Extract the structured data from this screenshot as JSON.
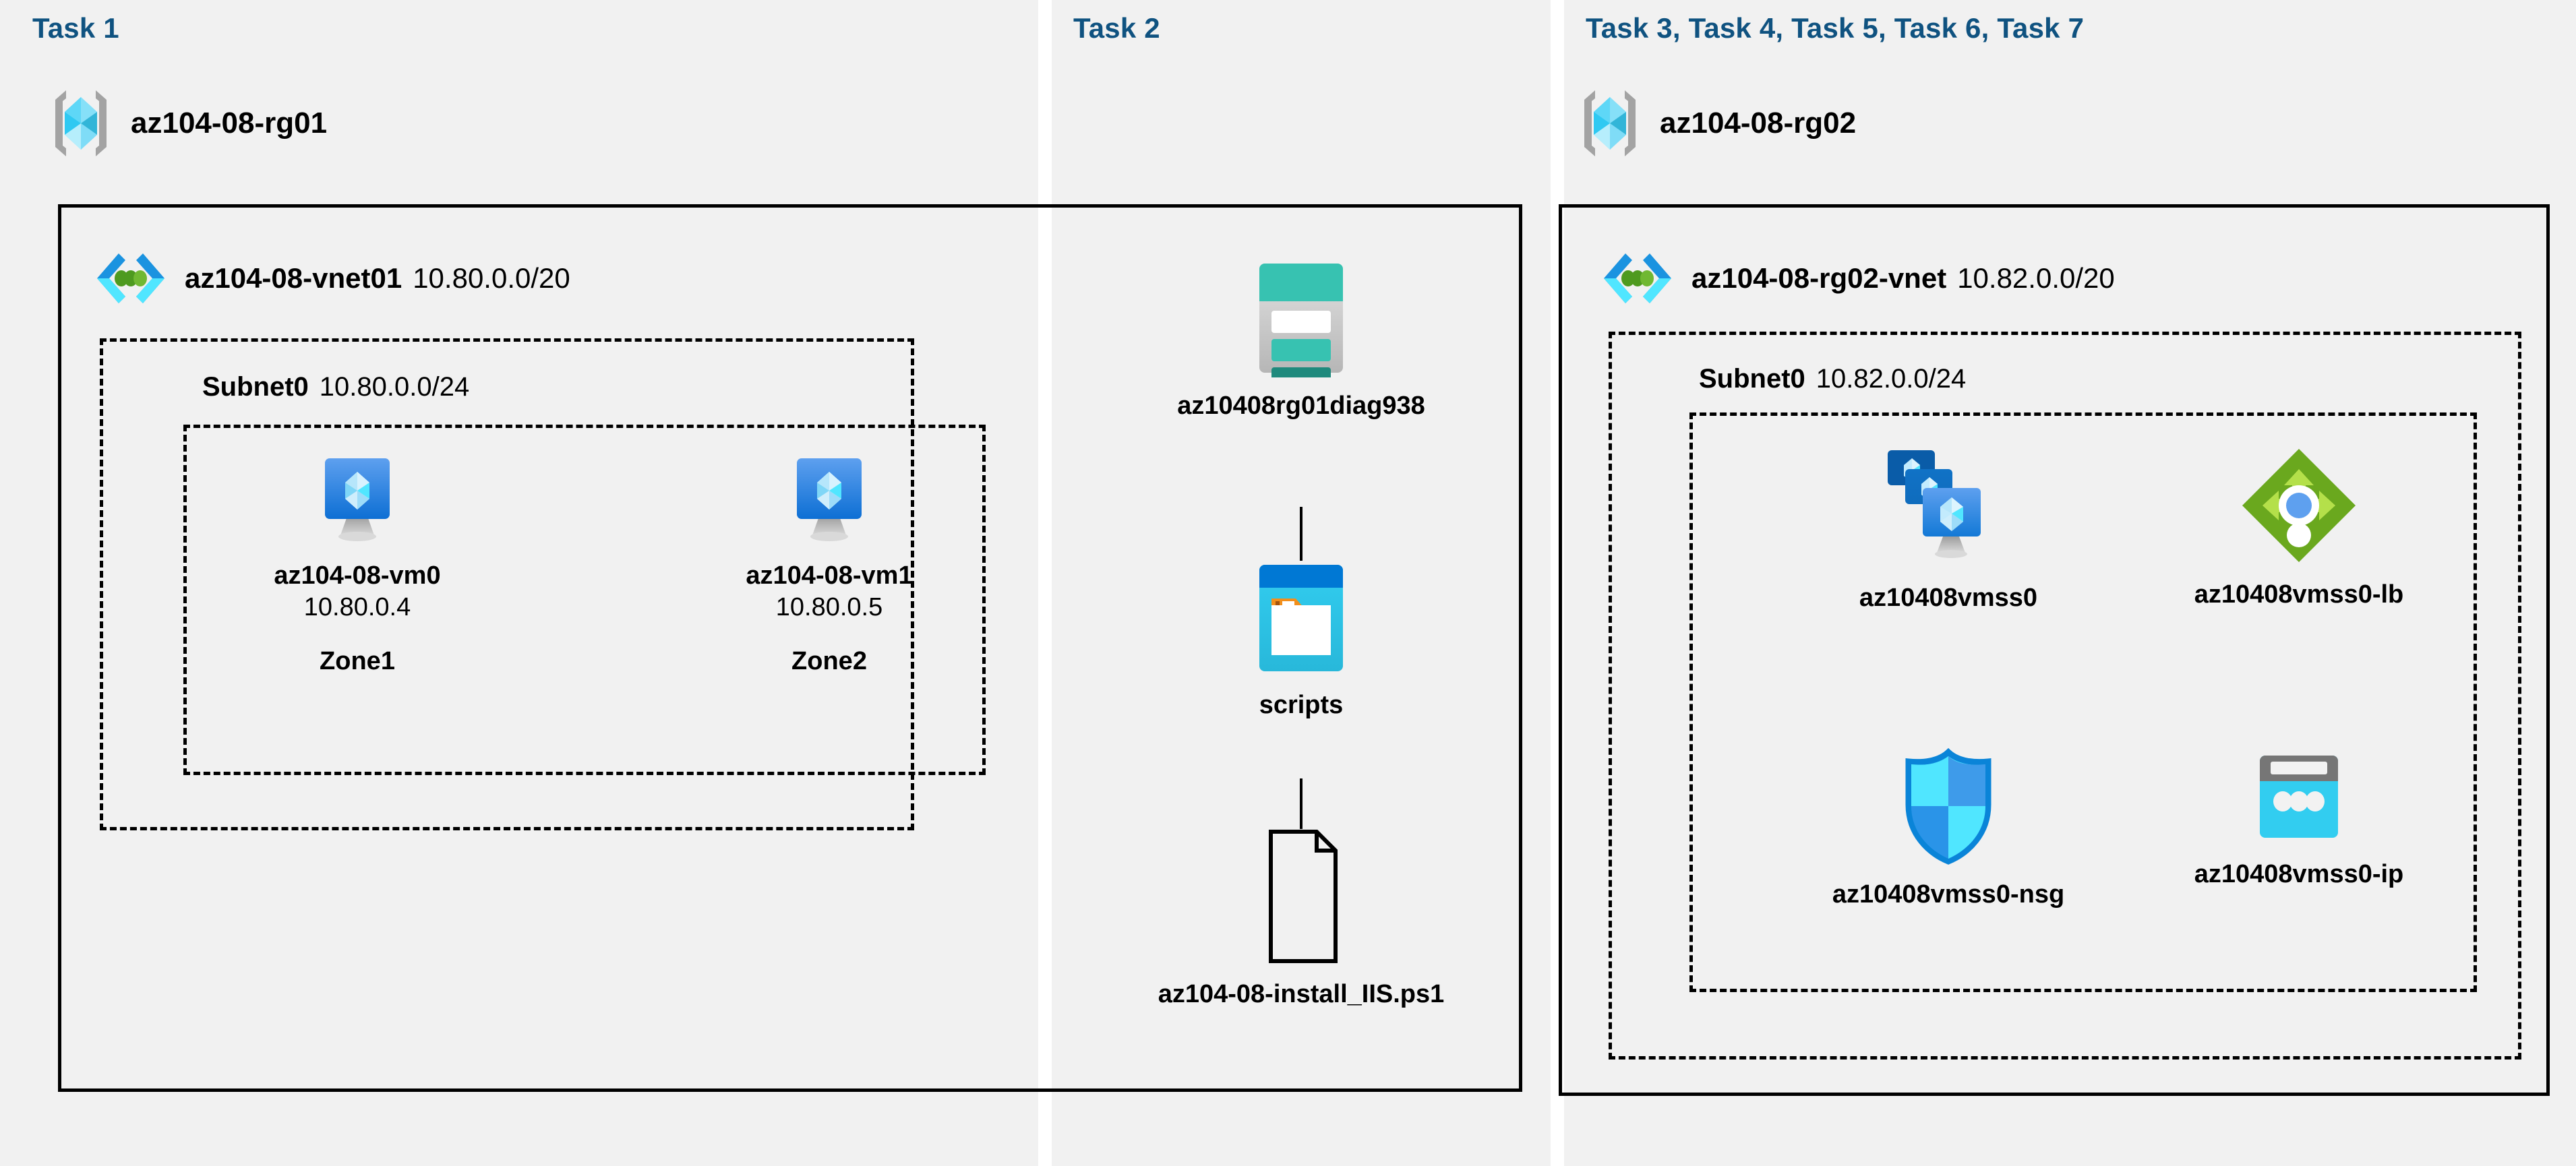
{
  "diagram": {
    "background": "#ffffff",
    "panel_background": "#f1f1f1",
    "task_title_color": "#0f5280",
    "border_color": "#000000"
  },
  "sections": [
    {
      "id": "task1",
      "title": "Task 1",
      "resource_group": {
        "name": "az104-08-rg01",
        "icon": "resource-group-icon"
      },
      "vnet": {
        "name": "az104-08-vnet01",
        "cidr": "10.80.0.0/20",
        "icon": "virtual-network-icon"
      },
      "subnet": {
        "name": "Subnet0",
        "cidr": "10.80.0.0/24"
      },
      "vms": [
        {
          "name": "az104-08-vm0",
          "ip": "10.80.0.4",
          "zone": "Zone1",
          "icon": "virtual-machine-icon"
        },
        {
          "name": "az104-08-vm1",
          "ip": "10.80.0.5",
          "zone": "Zone2",
          "icon": "virtual-machine-icon"
        }
      ]
    },
    {
      "id": "task2",
      "title": "Task 2",
      "items": [
        {
          "name": "az10408rg01diag938",
          "icon": "storage-account-icon"
        },
        {
          "name": "scripts",
          "icon": "blob-container-icon"
        },
        {
          "name": "az104-08-install_IIS.ps1",
          "icon": "script-file-icon"
        }
      ]
    },
    {
      "id": "task3to7",
      "title": "Task 3, Task 4, Task 5, Task 6, Task 7",
      "resource_group": {
        "name": "az104-08-rg02",
        "icon": "resource-group-icon"
      },
      "vnet": {
        "name": "az104-08-rg02-vnet",
        "cidr": "10.82.0.0/20",
        "icon": "virtual-network-icon"
      },
      "subnet": {
        "name": "Subnet0",
        "cidr": "10.82.0.0/24"
      },
      "resources": [
        {
          "name": "az10408vmss0",
          "icon": "vm-scale-set-icon"
        },
        {
          "name": "az10408vmss0-lb",
          "icon": "load-balancer-icon"
        },
        {
          "name": "az10408vmss0-nsg",
          "icon": "network-security-group-icon"
        },
        {
          "name": "az10408vmss0-ip",
          "icon": "public-ip-address-icon"
        }
      ]
    }
  ]
}
